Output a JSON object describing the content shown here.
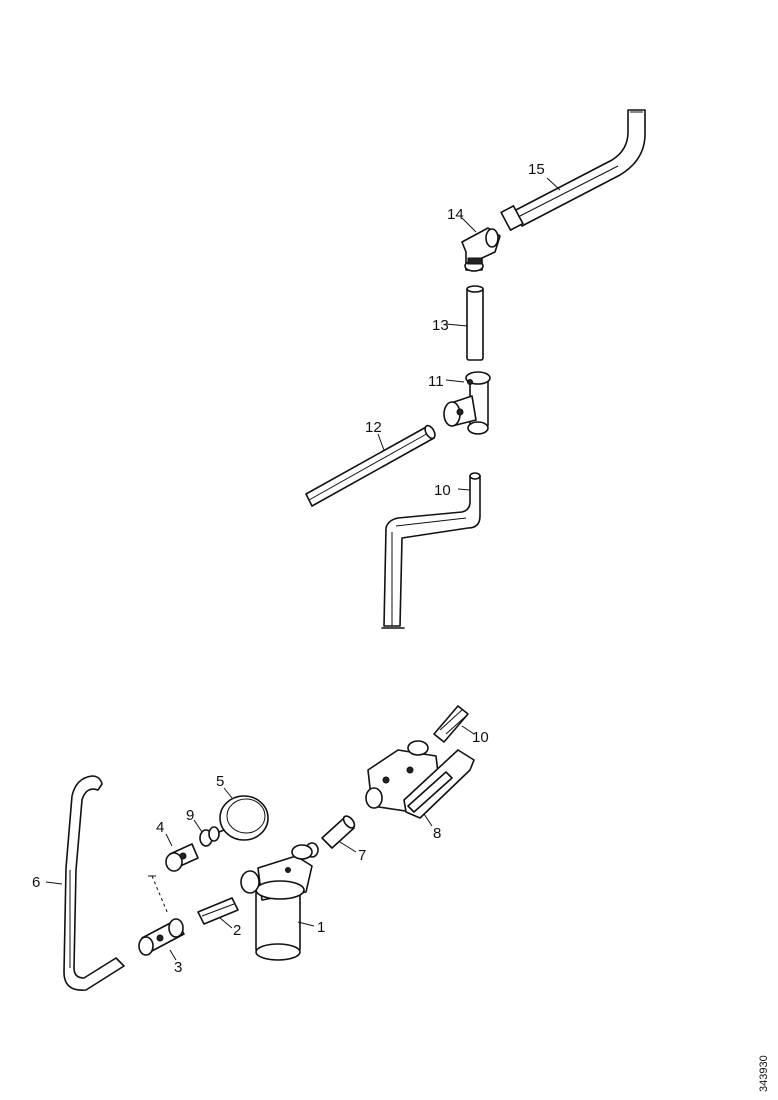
{
  "callouts": {
    "c1": "1",
    "c2": "2",
    "c3": "3",
    "c4": "4",
    "c5": "5",
    "c6": "6",
    "c7": "7",
    "c8": "8",
    "c9": "9",
    "c10_upper": "10",
    "c10_lower": "10",
    "c11": "11",
    "c12": "12",
    "c13": "13",
    "c14": "14",
    "c15": "15"
  },
  "drawing_code": "343930"
}
